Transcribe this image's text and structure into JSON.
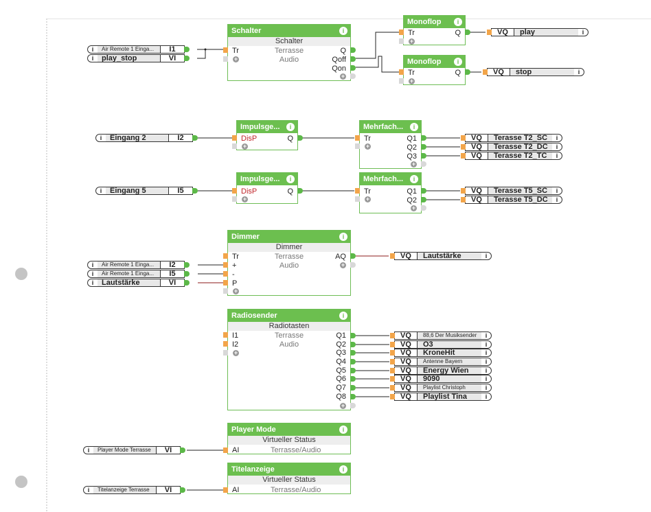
{
  "colors": {
    "block_header": "#6cbf4f",
    "output_pin": "#5cb848",
    "input_pin": "#f2a54a",
    "analog_wire": "#8b1a1a",
    "wire": "#222222"
  },
  "blocks": {
    "schalter": {
      "title": "Schalter",
      "subtitle": "Schalter",
      "room": "Terrasse",
      "category": "Audio",
      "inputs": [
        "Tr"
      ],
      "outputs": [
        "Q",
        "Qoff",
        "Qon"
      ]
    },
    "monoflop1": {
      "title": "Monoflop",
      "inputs": [
        "Tr"
      ],
      "outputs": [
        "Q"
      ]
    },
    "monoflop2": {
      "title": "Monoflop",
      "inputs": [
        "Tr"
      ],
      "outputs": [
        "Q"
      ]
    },
    "impuls1": {
      "title": "Impulsge...",
      "inputs": [
        "DisP"
      ],
      "outputs": [
        "Q"
      ]
    },
    "impuls2": {
      "title": "Impulsge...",
      "inputs": [
        "DisP"
      ],
      "outputs": [
        "Q"
      ]
    },
    "mehrfach1": {
      "title": "Mehrfach...",
      "inputs": [
        "Tr"
      ],
      "outputs": [
        "Q1",
        "Q2",
        "Q3"
      ]
    },
    "mehrfach2": {
      "title": "Mehrfach...",
      "inputs": [
        "Tr"
      ],
      "outputs": [
        "Q1",
        "Q2"
      ]
    },
    "dimmer": {
      "title": "Dimmer",
      "subtitle": "Dimmer",
      "room": "Terrasse",
      "category": "Audio",
      "inputs": [
        "Tr",
        "+",
        "-",
        "P"
      ],
      "outputs": [
        "AQ"
      ]
    },
    "radiosender": {
      "title": "Radiosender",
      "subtitle": "Radiotasten",
      "room": "Terrasse",
      "category": "Audio",
      "inputs": [
        "I1",
        "I2"
      ],
      "outputs": [
        "Q1",
        "Q2",
        "Q3",
        "Q4",
        "Q5",
        "Q6",
        "Q7",
        "Q8"
      ]
    },
    "playermode": {
      "title": "Player Mode",
      "subtitle": "Virtueller Status",
      "input": "AI",
      "location": "Terrasse/Audio"
    },
    "titelanzeige": {
      "title": "Titelanzeige",
      "subtitle": "Virtueller Status",
      "input": "AI",
      "location": "Terrasse/Audio"
    }
  },
  "inputs": [
    {
      "name": "Air Remote 1 Einga...",
      "code": "I1"
    },
    {
      "name": "play_stop",
      "code": "VI"
    },
    {
      "name": "Eingang 2",
      "code": "I2"
    },
    {
      "name": "Eingang 5",
      "code": "I5"
    },
    {
      "name": "Air Remote 1 Einga...",
      "code": "I2"
    },
    {
      "name": "Air Remote 1 Einga...",
      "code": "I5"
    },
    {
      "name": "Lautstärke",
      "code": "VI"
    },
    {
      "name": "Player Mode Terrasse",
      "code": "VI"
    },
    {
      "name": "Titelanzeige Terrasse",
      "code": "VI"
    }
  ],
  "outputs": [
    {
      "code": "VQ",
      "name": "play"
    },
    {
      "code": "VQ",
      "name": "stop"
    },
    {
      "code": "VQ",
      "name": "Terasse T2_SC"
    },
    {
      "code": "VQ",
      "name": "Terasse T2_DC"
    },
    {
      "code": "VQ",
      "name": "Terasse T2_TC"
    },
    {
      "code": "VQ",
      "name": "Terasse T5_SC"
    },
    {
      "code": "VQ",
      "name": "Terasse T5_DC"
    },
    {
      "code": "VQ",
      "name": "Lautstärke"
    },
    {
      "code": "VQ",
      "name": "88,6 Der Musiksender"
    },
    {
      "code": "VQ",
      "name": "Ö3"
    },
    {
      "code": "VQ",
      "name": "KroneHit"
    },
    {
      "code": "VQ",
      "name": "Antenne Bayern"
    },
    {
      "code": "VQ",
      "name": "Energy Wien"
    },
    {
      "code": "VQ",
      "name": "9090"
    },
    {
      "code": "VQ",
      "name": "Playlist Christoph"
    },
    {
      "code": "VQ",
      "name": "Playlist Tina"
    }
  ],
  "icons": {
    "info": "i",
    "add": "+"
  }
}
